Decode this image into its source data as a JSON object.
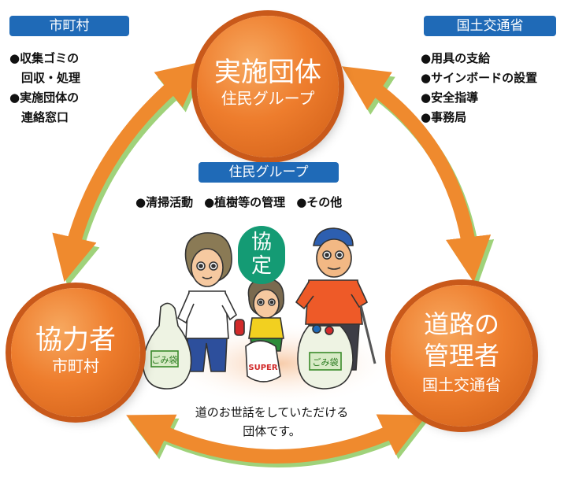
{
  "top_left": {
    "badge": "市町村",
    "lines": [
      "●収集ゴミの",
      "　回収・処理",
      "●実施団体の",
      "　連絡窓口"
    ]
  },
  "top_right": {
    "badge": "国土交通省",
    "lines": [
      "●用具の支給",
      "●サインボードの設置",
      "●安全指導",
      "●事務局"
    ]
  },
  "center_top": {
    "title": "実施団体",
    "subtitle": "住民グループ"
  },
  "left_node": {
    "title": "協力者",
    "subtitle": "市町村"
  },
  "right_node": {
    "title_line1": "道路の",
    "title_line2": "管理者",
    "subtitle": "国土交通省"
  },
  "middle": {
    "badge": "住民グループ",
    "activities": [
      "●清掃活動",
      "●植樹等の管理",
      "●その他"
    ],
    "agreement_line1": "協",
    "agreement_line2": "定",
    "bag_left": "ごみ袋",
    "bag_center": "SUPER",
    "bag_right": "ごみ袋",
    "caption_line1": "道のお世話をしていただける",
    "caption_line2": "団体です。"
  },
  "colors": {
    "badge_blue": "#1f6ab7",
    "arrow_orange": "#ef8a2e",
    "arrow_shadow_green": "#9fd27a",
    "agreement_green": "#149b74"
  }
}
